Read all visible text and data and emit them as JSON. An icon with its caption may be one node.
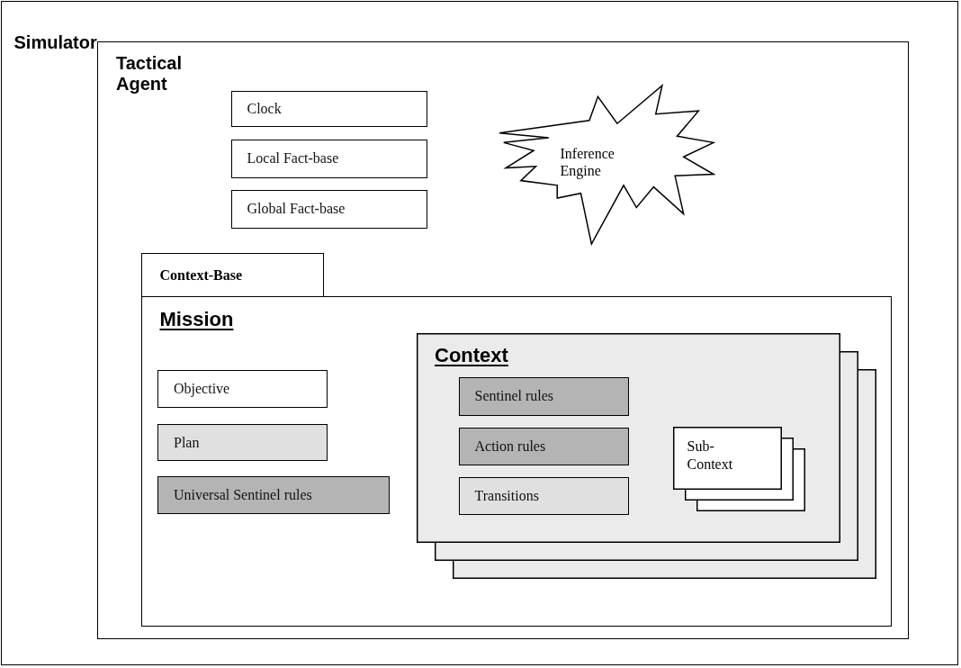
{
  "diagram": {
    "nodes": [
      {
        "text": [
          "Simulator"
        ]
      },
      {
        "text": [
          "Tactical Agent"
        ],
        "in": 0
      },
      {
        "text": [
          "Clock"
        ],
        "in": 1
      },
      {
        "text": [
          "Local Fact-base"
        ],
        "in": 1
      },
      {
        "text": [
          "Global Fact-base"
        ],
        "in": 1
      },
      {
        "text": [
          "Inference Engine"
        ],
        "in": 1
      },
      {
        "text": [
          "Context-Base"
        ],
        "in": 1
      },
      {
        "text": [
          "Mission"
        ],
        "in": 1
      },
      {
        "text": [
          "Objective"
        ],
        "in": 7
      },
      {
        "text": [
          "Plan"
        ],
        "in": 7
      },
      {
        "text": [
          "Universal Sentinel rules"
        ],
        "in": 7
      },
      {
        "text": [
          "Context"
        ],
        "in": 7
      },
      {
        "text": [
          "Sentinel rules"
        ],
        "in": 11
      },
      {
        "text": [
          "Action rules"
        ],
        "in": 11
      },
      {
        "text": [
          "Transitions"
        ],
        "in": 11
      },
      {
        "text": [
          "Sub-Context"
        ],
        "in": 11
      }
    ],
    "edges": []
  }
}
